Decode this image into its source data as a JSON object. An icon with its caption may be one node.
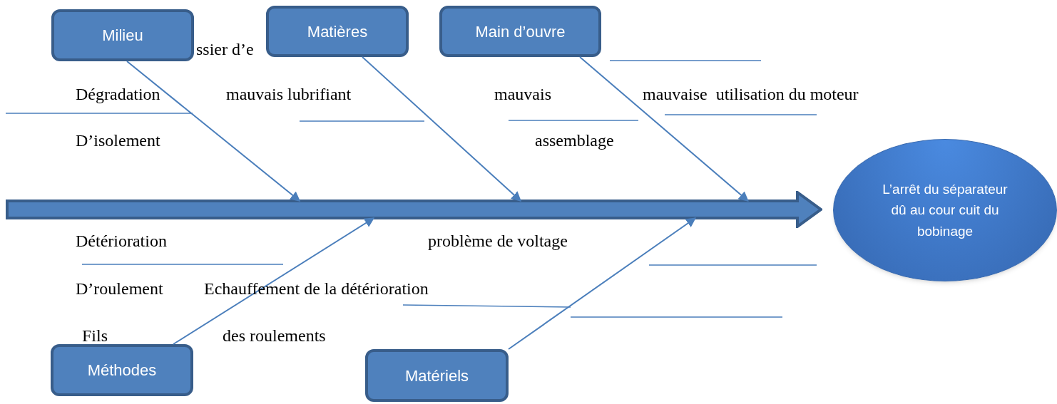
{
  "diagram": {
    "nodes": [
      {
        "text": [
          "Milieu"
        ]
      },
      {
        "text": [
          "Matières"
        ]
      },
      {
        "text": [
          "Main d’ouvre"
        ]
      },
      {
        "text": [
          "Méthodes"
        ]
      },
      {
        "text": [
          "Matériels"
        ]
      },
      {
        "text": [],
        "shape": "bar"
      },
      {
        "text": [
          "L’arrêt du séparateur dû au cour cuit du bobinage"
        ]
      }
    ],
    "edges": [
      {
        "from": 0,
        "to": 5,
        "arrow": "to"
      },
      {
        "from": 1,
        "to": 5,
        "arrow": "to"
      },
      {
        "from": 2,
        "to": 5,
        "arrow": "to"
      },
      {
        "from": 3,
        "to": 5,
        "arrow": "to"
      },
      {
        "from": 4,
        "to": 5,
        "arrow": "to"
      }
    ],
    "labels": [
      "ssier d’e",
      "Dégradation",
      "mauvais lubrifiant",
      "mauvais",
      "mauvaise  utilisation du moteur",
      "D’isolement",
      "assemblage",
      "Détérioration",
      "problème de voltage",
      "D’roulement",
      "Echauffement de la détérioration",
      "Fils",
      "des roulements"
    ]
  }
}
